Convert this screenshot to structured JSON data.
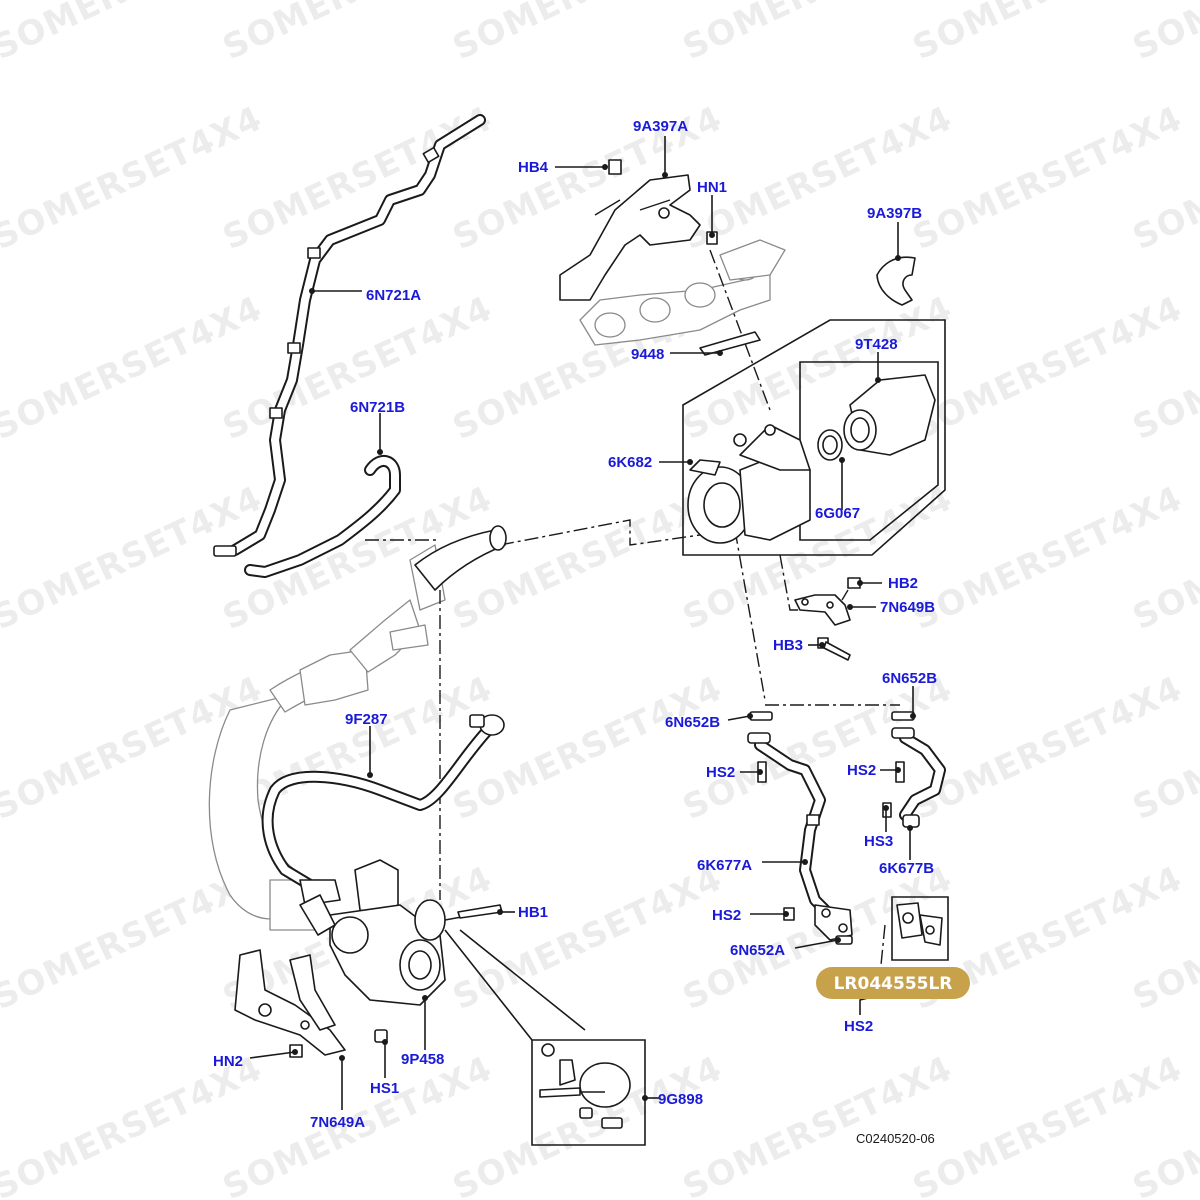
{
  "watermark_text": "SOMERSET4X4",
  "colors": {
    "label": "#1a1ad8",
    "badge": "#c8a24a",
    "line": "#1a1a1a",
    "ghost": "#8a8a8a"
  },
  "labels": {
    "p_9A397A": "9A397A",
    "p_HB4": "HB4",
    "p_HN1_top": "HN1",
    "p_9A397B": "9A397B",
    "p_6N721A": "6N721A",
    "p_9448": "9448",
    "p_9T428": "9T428",
    "p_6N721B": "6N721B",
    "p_6K682": "6K682",
    "p_6G067": "6G067",
    "p_HB2": "HB2",
    "p_7N649B": "7N649B",
    "p_HB3": "HB3",
    "p_6N652B_right": "6N652B",
    "p_6N652B_left": "6N652B",
    "p_9F287": "9F287",
    "p_HS2_a": "HS2",
    "p_HS2_b": "HS2",
    "p_HS3": "HS3",
    "p_6K677B": "6K677B",
    "p_6K677A": "6K677A",
    "p_HS2_c": "HS2",
    "p_6N652A": "6N652A",
    "p_HB1": "HB1",
    "p_HS2_d": "HS2",
    "p_HN2": "HN2",
    "p_HS1": "HS1",
    "p_9P458": "9P458",
    "p_9G898": "9G898",
    "p_7N649A": "7N649A"
  },
  "part_number_badge": "LR044555LR",
  "diagram_reference": "C0240520-06"
}
